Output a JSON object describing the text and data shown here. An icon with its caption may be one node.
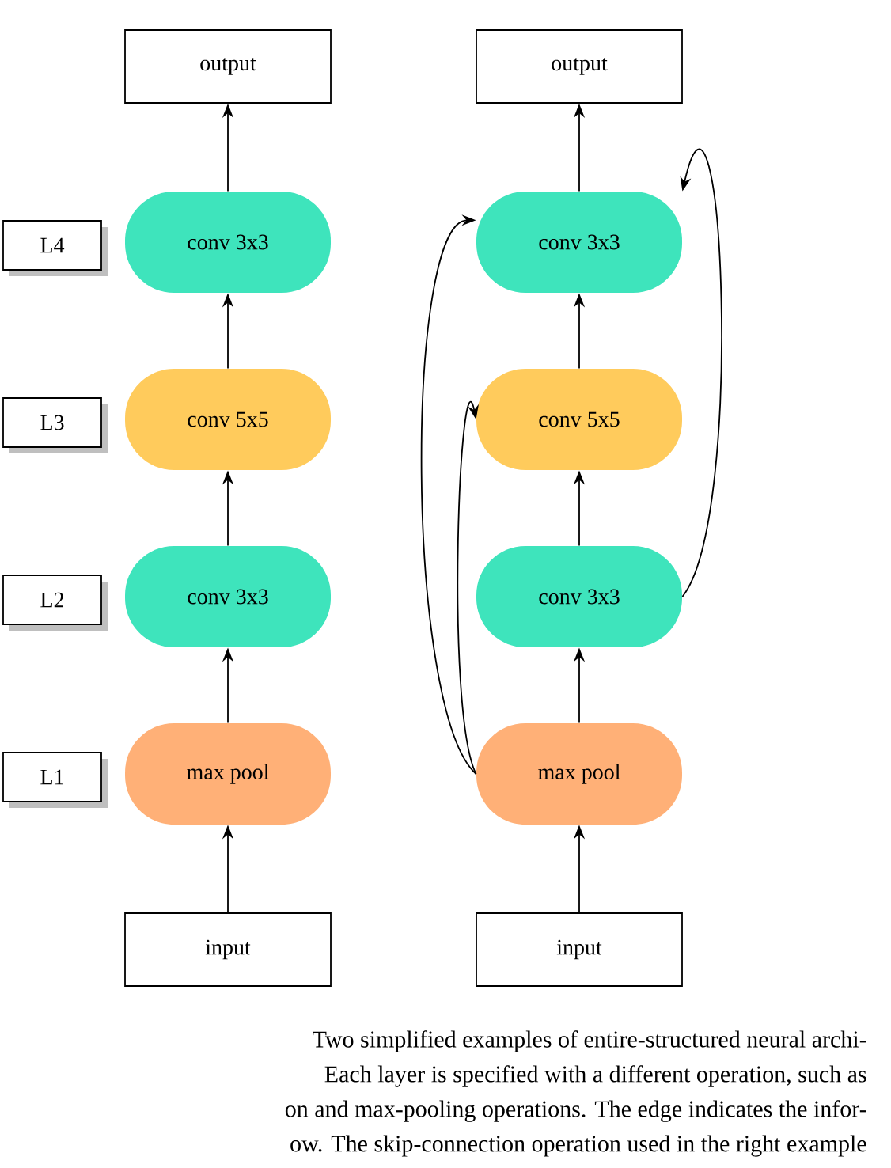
{
  "diagram": {
    "nodes": [
      {
        "text": [
          "output"
        ]
      },
      {
        "text": [
          "conv 3x3"
        ]
      },
      {
        "text": [
          "conv 5x5"
        ]
      },
      {
        "text": [
          "conv 3x3"
        ]
      },
      {
        "text": [
          "max pool"
        ]
      },
      {
        "text": [
          "input"
        ]
      },
      {
        "text": [
          "L4"
        ]
      },
      {
        "text": [
          "L3"
        ]
      },
      {
        "text": [
          "L2"
        ]
      },
      {
        "text": [
          "L1"
        ]
      },
      {
        "text": [
          "output"
        ]
      },
      {
        "text": [
          "conv 3x3"
        ]
      },
      {
        "text": [
          "conv 5x5"
        ]
      },
      {
        "text": [
          "conv 3x3"
        ]
      },
      {
        "text": [
          "max pool"
        ]
      },
      {
        "text": [
          "input"
        ]
      }
    ],
    "edges": [
      {
        "from": 5,
        "to": 4,
        "arrow": "to"
      },
      {
        "from": 4,
        "to": 3,
        "arrow": "to"
      },
      {
        "from": 3,
        "to": 2,
        "arrow": "to"
      },
      {
        "from": 2,
        "to": 1,
        "arrow": "to"
      },
      {
        "from": 1,
        "to": 0,
        "arrow": "to"
      },
      {
        "from": 15,
        "to": 14,
        "arrow": "to"
      },
      {
        "from": 14,
        "to": 13,
        "arrow": "to"
      },
      {
        "from": 13,
        "to": 12,
        "arrow": "to"
      },
      {
        "from": 12,
        "to": 11,
        "arrow": "to"
      },
      {
        "from": 11,
        "to": 10,
        "arrow": "to"
      },
      {
        "from": 14,
        "to": 11,
        "arrow": "to"
      },
      {
        "from": 14,
        "to": 12,
        "arrow": "to"
      },
      {
        "from": 13,
        "to": 11,
        "arrow": "to"
      }
    ],
    "labels": [
      "Two simplified examples of entire-structured neural archi-",
      "Each layer is specified with a different operation, such as",
      "on and max-pooling operations. The edge indicates the infor-",
      "ow. The skip-connection operation used in the right example"
    ]
  }
}
